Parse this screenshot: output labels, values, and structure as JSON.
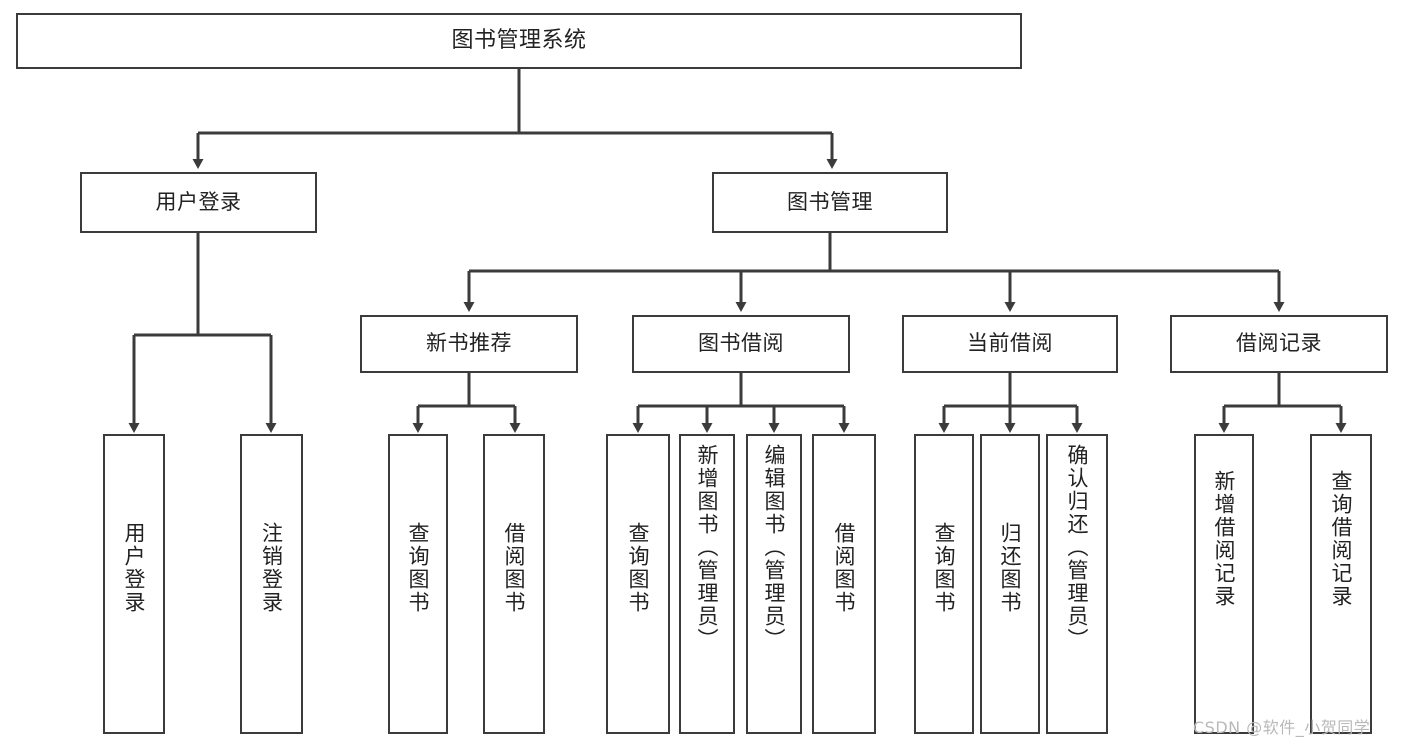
{
  "diagram": {
    "title": "图书管理系统",
    "type": "tree-hierarchy-chart",
    "watermark": "CSDN @软件_小贺同学",
    "colors": {
      "background": "#ffffff",
      "node_fill": "#ffffff",
      "node_border": "#3b3b3b",
      "edge": "#3b3b3b",
      "text": "#222222",
      "watermark": "#b9b9b9"
    }
  },
  "nodes": {
    "root": {
      "label": "图书管理系统"
    },
    "level1": [
      {
        "id": "user-login",
        "label": "用户登录"
      },
      {
        "id": "book-manage",
        "label": "图书管理"
      }
    ],
    "level2": [
      {
        "id": "new-book-recommend",
        "label": "新书推荐"
      },
      {
        "id": "book-borrow",
        "label": "图书借阅"
      },
      {
        "id": "current-borrow",
        "label": "当前借阅"
      },
      {
        "id": "borrow-record",
        "label": "借阅记录"
      }
    ],
    "leaves": {
      "user-login": [
        {
          "id": "leaf-user-login",
          "label": "用户登录"
        },
        {
          "id": "leaf-logout",
          "label": "注销登录"
        }
      ],
      "new-book-recommend": [
        {
          "id": "leaf-query-book-1",
          "label": "查询图书"
        },
        {
          "id": "leaf-borrow-book-1",
          "label": "借阅图书"
        }
      ],
      "book-borrow": [
        {
          "id": "leaf-query-book-2",
          "label": "查询图书"
        },
        {
          "id": "leaf-add-book",
          "label": "新增图书（管理员）"
        },
        {
          "id": "leaf-edit-book",
          "label": "编辑图书（管理员）"
        },
        {
          "id": "leaf-borrow-book-2",
          "label": "借阅图书"
        }
      ],
      "current-borrow": [
        {
          "id": "leaf-query-book-3",
          "label": "查询图书"
        },
        {
          "id": "leaf-return-book",
          "label": "归还图书"
        },
        {
          "id": "leaf-confirm-return",
          "label": "确认归还（管理员）"
        }
      ],
      "borrow-record": [
        {
          "id": "leaf-add-record",
          "label": "新增借阅记录"
        },
        {
          "id": "leaf-query-record",
          "label": "查询借阅记录"
        }
      ]
    }
  }
}
